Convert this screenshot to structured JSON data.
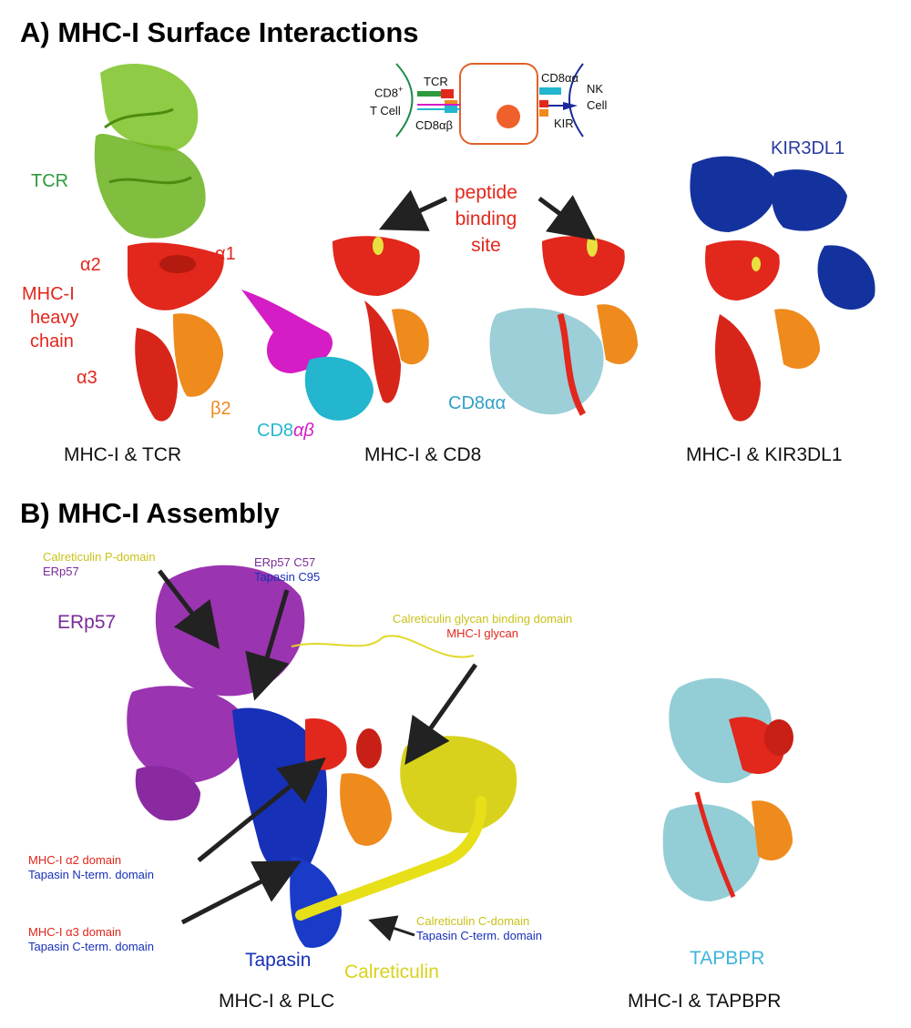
{
  "colors": {
    "tcr": "#2e9a3e",
    "tcr_ribbon": "#7cc225",
    "mhc_red": "#e2271c",
    "mhc_dark": "#b41a10",
    "beta2": "#ef8a1d",
    "cd8ab_cyan": "#23b6ce",
    "cd8ab_magenta": "#d41dc4",
    "cd8aa": "#2fa0c8",
    "cd8aa_ribbon": "#9ccfd8",
    "kir": "#2a3aa0",
    "kir_ribbon": "#14329e",
    "erp57": "#7b2a98",
    "erp57_ribbon": "#9b34b0",
    "tapasin": "#1730b8",
    "calreticulin": "#d8d21c",
    "tapbpr": "#3fb6dc",
    "tapbpr_ribbon": "#93ced6",
    "peptide": "#e8e040",
    "arrow": "#222222"
  },
  "sectionA": {
    "title": "A) MHC-I Surface Interactions",
    "captions": {
      "tcr": "MHC-I & TCR",
      "cd8": "MHC-I & CD8",
      "kir": "MHC-I & KIR3DL1"
    },
    "labels": {
      "tcr": "TCR",
      "alpha2": "α2",
      "alpha1": "α1",
      "heavy_chain": [
        "MHC-I",
        "heavy",
        "chain"
      ],
      "alpha3": "α3",
      "beta2": "β2",
      "peptide_site": [
        "peptide",
        "binding",
        "site"
      ],
      "cd8ab_prefix": "CD8",
      "cd8ab_greek": "αβ",
      "cd8aa": "CD8αα",
      "kir3dl1": "KIR3DL1"
    },
    "inset": {
      "cd8_label": "CD8",
      "cd8_sup": "+",
      "tcell": "T Cell",
      "tcr": "TCR",
      "cd8ab": "CD8αβ",
      "cd8aa": "CD8αα",
      "nk": "NK",
      "nk_cell": "Cell",
      "kir": "KIR"
    }
  },
  "sectionB": {
    "title": "B) MHC-I Assembly",
    "captions": {
      "plc": "MHC-I & PLC",
      "tapbpr": "MHC-I & TAPBPR"
    },
    "labels": {
      "erp57_big": "ERp57",
      "tapasin": "Tapasin",
      "calreticulin": "Calreticulin",
      "tapbpr": "TAPBPR"
    },
    "annotations": {
      "crt_p_domain": [
        "Calreticulin P-domain",
        "ERp57"
      ],
      "erp57_c57": [
        "ERp57 C57",
        "Tapasin C95"
      ],
      "crt_glycan": [
        "Calreticulin glycan binding domain",
        "MHC-I glycan"
      ],
      "alpha2_domain": [
        "MHC-I α2 domain",
        "Tapasin N-term. domain"
      ],
      "alpha3_domain": [
        "MHC-I α3 domain",
        "Tapasin C-term. domain"
      ],
      "crt_c_domain": [
        "Calreticulin C-domain",
        "Tapasin C-term. domain"
      ]
    }
  }
}
